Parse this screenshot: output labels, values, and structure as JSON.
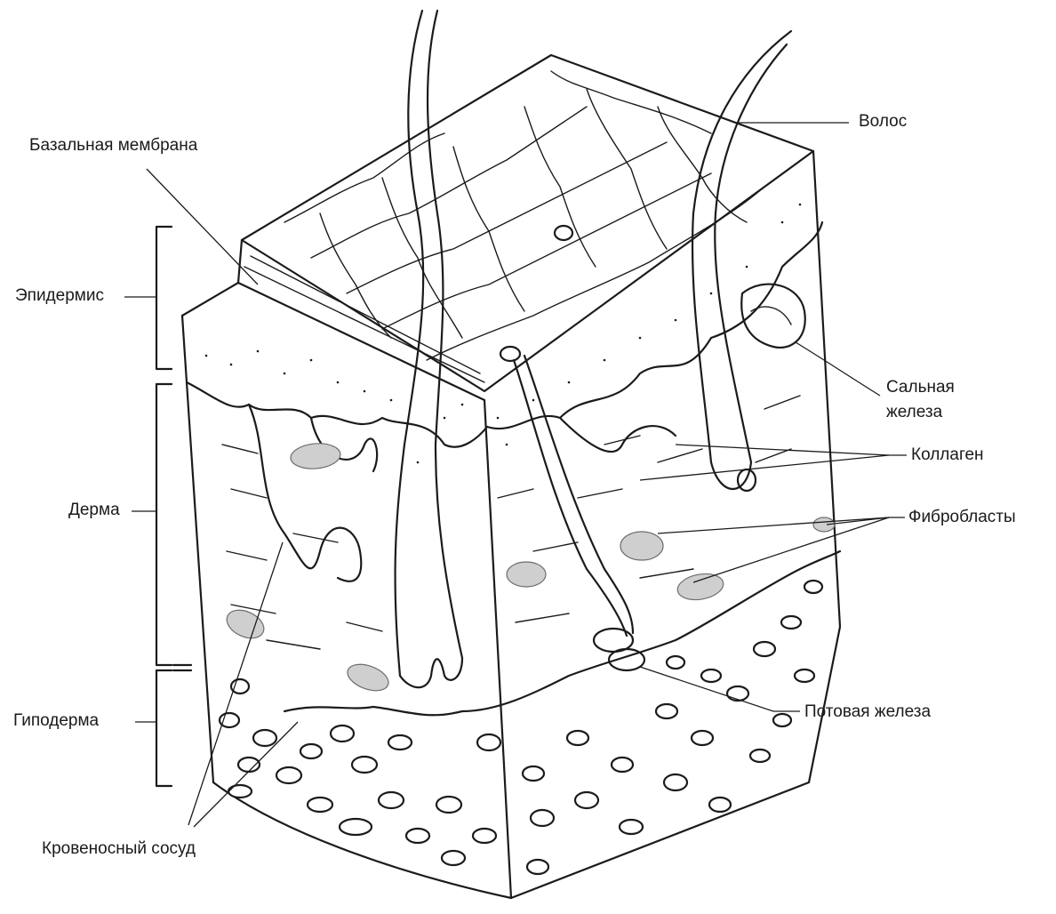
{
  "labels": {
    "hair": "Волос",
    "basal_membrane": "Базальная мембрана",
    "epidermis": "Эпидермис",
    "sebaceous_gland_line1": "Сальная",
    "sebaceous_gland_line2": "железа",
    "collagen": "Коллаген",
    "dermis": "Дерма",
    "fibroblasts": "Фибробласты",
    "hypodermis": "Гиподерма",
    "sweat_gland": "Потовая железа",
    "blood_vessel": "Кровеносный сосуд"
  },
  "colors": {
    "ink": "#1b1b1b",
    "fibroblast_fill": "#cfcfcf",
    "background": "#ffffff"
  }
}
